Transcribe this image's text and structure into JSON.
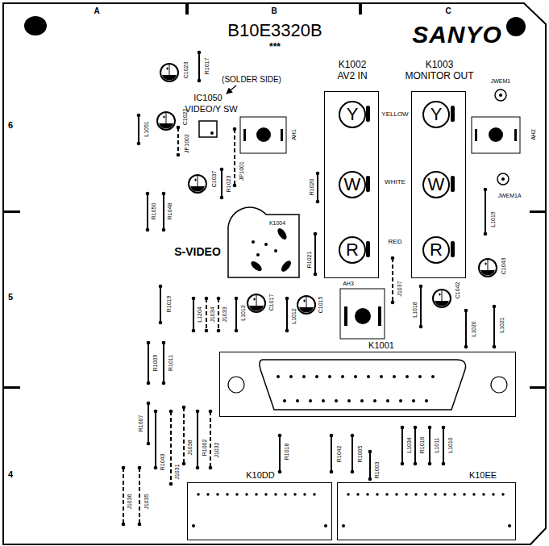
{
  "diagram": {
    "nodes": [
      {
        "text": [
          "K1002",
          "AV2 IN"
        ]
      },
      {
        "text": [
          "Y"
        ],
        "in": 0
      },
      {
        "text": [
          "W"
        ],
        "in": 0
      },
      {
        "text": [
          "R"
        ],
        "in": 0
      },
      {
        "text": [
          "K1003",
          "MONITOR OUT"
        ]
      },
      {
        "text": [
          "Y"
        ],
        "in": 4
      },
      {
        "text": [
          "W"
        ],
        "in": 4
      },
      {
        "text": [
          "R"
        ],
        "in": 4
      },
      {
        "text": [
          "K1004"
        ]
      },
      {
        "text": [
          "K1001"
        ]
      },
      {
        "text": [
          "K10DD"
        ]
      },
      {
        "text": [
          "K10EE"
        ]
      }
    ],
    "labels": [
      "A",
      "B",
      "C",
      "6",
      "5",
      "4",
      "B10E3320B",
      "***",
      "SANYO",
      "(SOLDER SIDE)",
      "IC1050",
      "VIDEO/Y SW",
      "C1023",
      "R1017",
      "L1051",
      "C1022",
      "JP1002",
      "JP1001",
      "R1023",
      "C1037",
      "AH1",
      "R1020",
      "R1050",
      "R1048",
      "S-VIDEO",
      "R1021",
      "YELLOW",
      "WHITE",
      "RED",
      "JWEM1",
      "AH2",
      "JWEM1A",
      "L1019",
      "C1043",
      "J1037",
      "R1019",
      "L1204",
      "J1034",
      "J1033",
      "L1013",
      "C1017",
      "L1012",
      "C1015",
      "AH3",
      "L1018",
      "C1042",
      "L1020",
      "L1021",
      "R1009",
      "R1011",
      "R1007",
      "R1043",
      "J1031",
      "J1038",
      "R1002",
      "J1032",
      "R1018",
      "R1042",
      "R1005",
      "R1003",
      "L1034",
      "R1016",
      "L1011",
      "L1010",
      "J1036",
      "J1035"
    ]
  }
}
